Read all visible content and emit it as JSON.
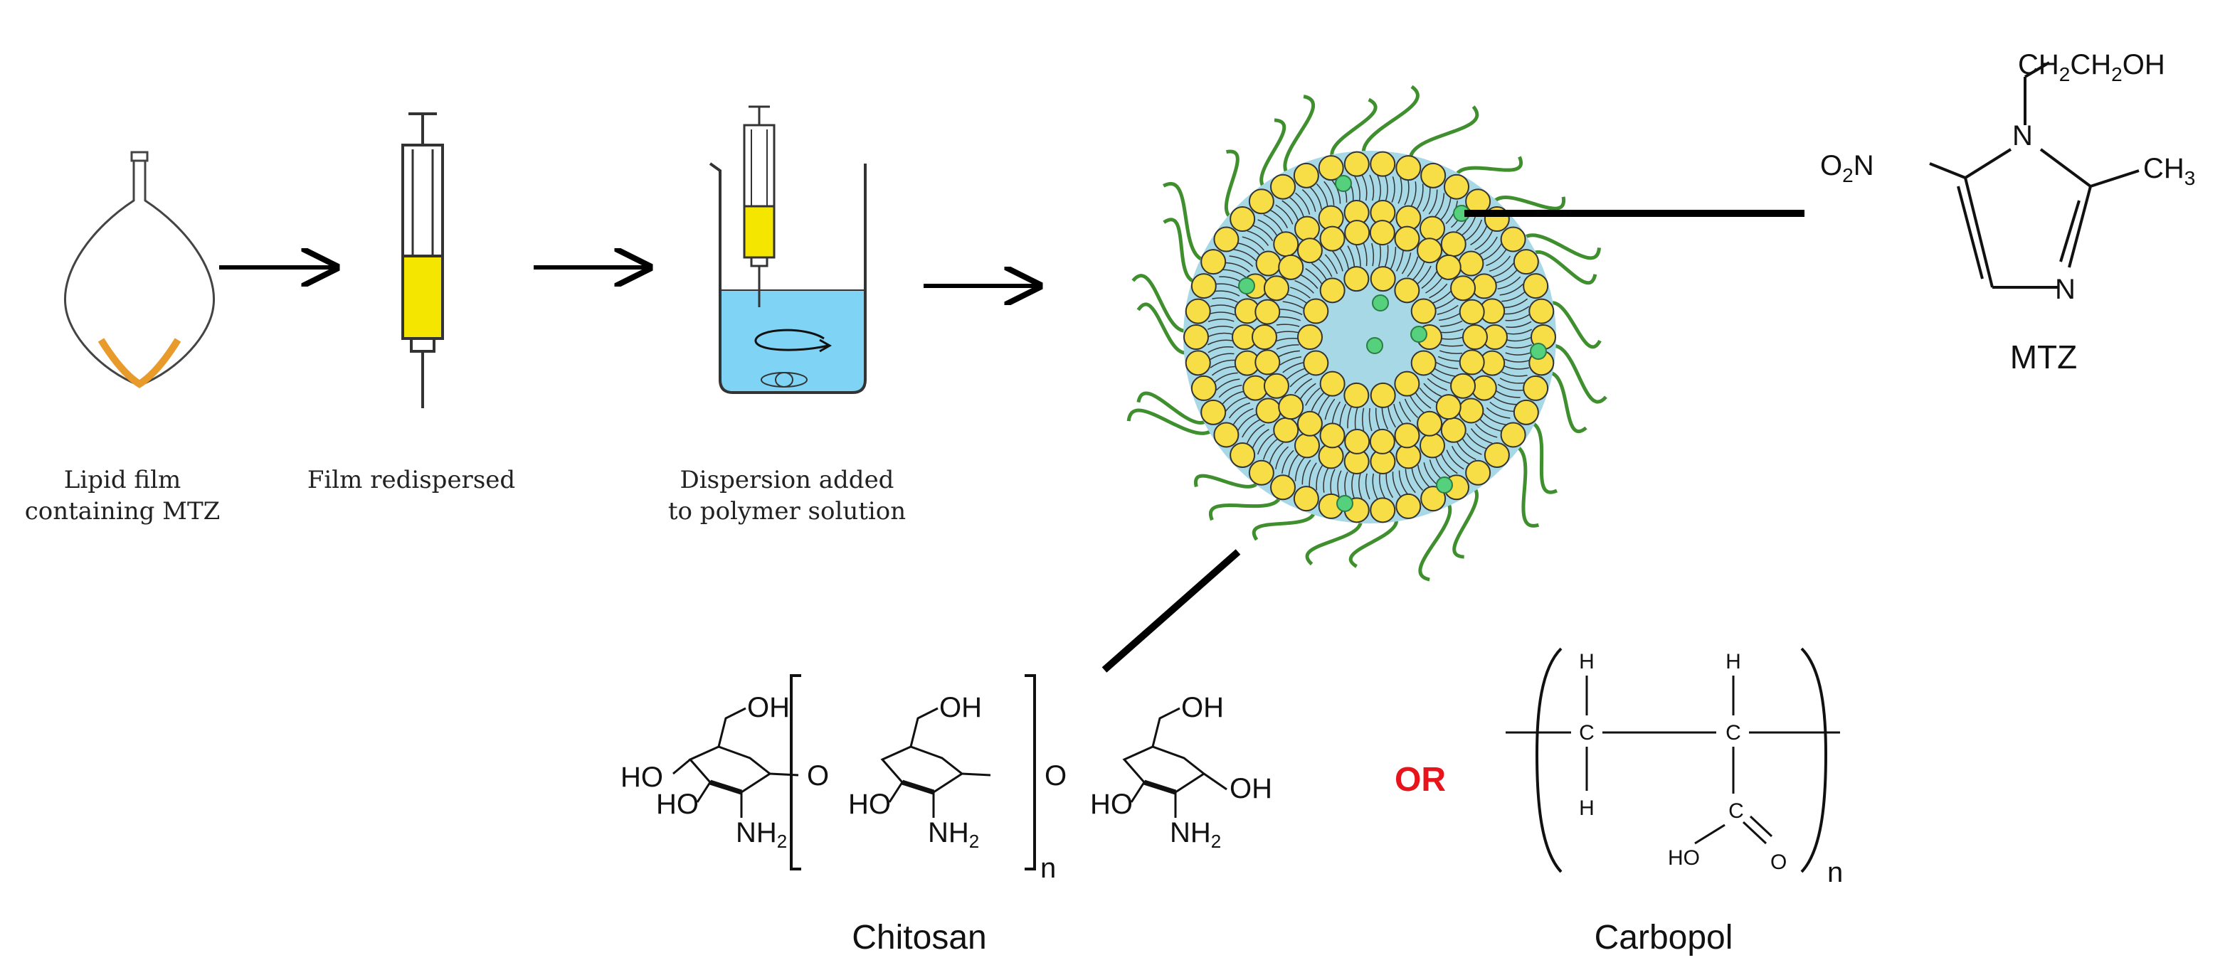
{
  "steps": {
    "flask_label_line1": "Lipid film",
    "flask_label_line2": "containing MTZ",
    "syringe_label": "Film redispersed",
    "beaker_label_line1": "Dispersion added",
    "beaker_label_line2": "to polymer solution"
  },
  "mtz": {
    "label": "MTZ",
    "sub_hydroxyethyl": "CH",
    "sub_hydroxyethyl_2": "2",
    "sub_hydroxyethyl_3": "CH",
    "sub_hydroxyethyl_4": "2",
    "sub_hydroxyethyl_5": "OH",
    "nitro_o": "O",
    "nitro_2": "2",
    "nitro_n": "N",
    "ring_n1": "N",
    "ring_n3": "N",
    "methyl": "CH",
    "methyl_3": "3"
  },
  "chitosan": {
    "label": "Chitosan",
    "oh": "OH",
    "ho": "HO",
    "o": "O",
    "nh2": "NH",
    "sub2": "2",
    "n": "n"
  },
  "or_label": "OR",
  "carbopol": {
    "label": "Carbopol",
    "h": "H",
    "c": "C",
    "o": "O",
    "ho": "HO",
    "n": "n"
  },
  "colors": {
    "lipid_head": "#f7dd46",
    "aqueous_core": "#a6d8e6",
    "polymer_chain": "#3f8f2f",
    "drug_dot": "#55d07c",
    "syringe_fill": "#f5e600",
    "beaker_liquid": "#7fd4f6",
    "film_orange": "#e89a2a",
    "or_red": "#e8141c"
  }
}
